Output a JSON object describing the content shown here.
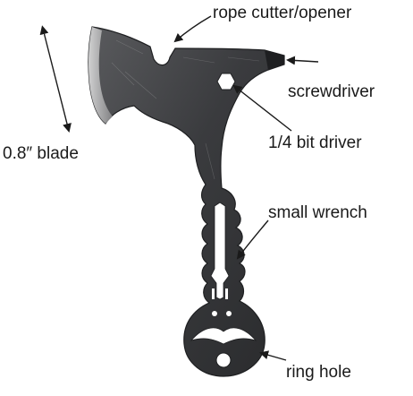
{
  "colors": {
    "steel_dark": "#2e2f31",
    "steel_mid": "#4a4b4e",
    "steel_light": "#7a7b7e",
    "edge": "#c8c8c8",
    "text": "#1a1a1a",
    "background": "#ffffff"
  },
  "labels": {
    "rope_cutter": "rope cutter/opener",
    "screwdriver": "screwdriver",
    "bit_driver": "1/4 bit driver",
    "blade": "0.8″  blade",
    "wrench": "small wrench",
    "ring_hole": "ring hole"
  },
  "icons": {
    "tool": "hatchet-multitool-icon",
    "arrow": "arrow-icon"
  }
}
